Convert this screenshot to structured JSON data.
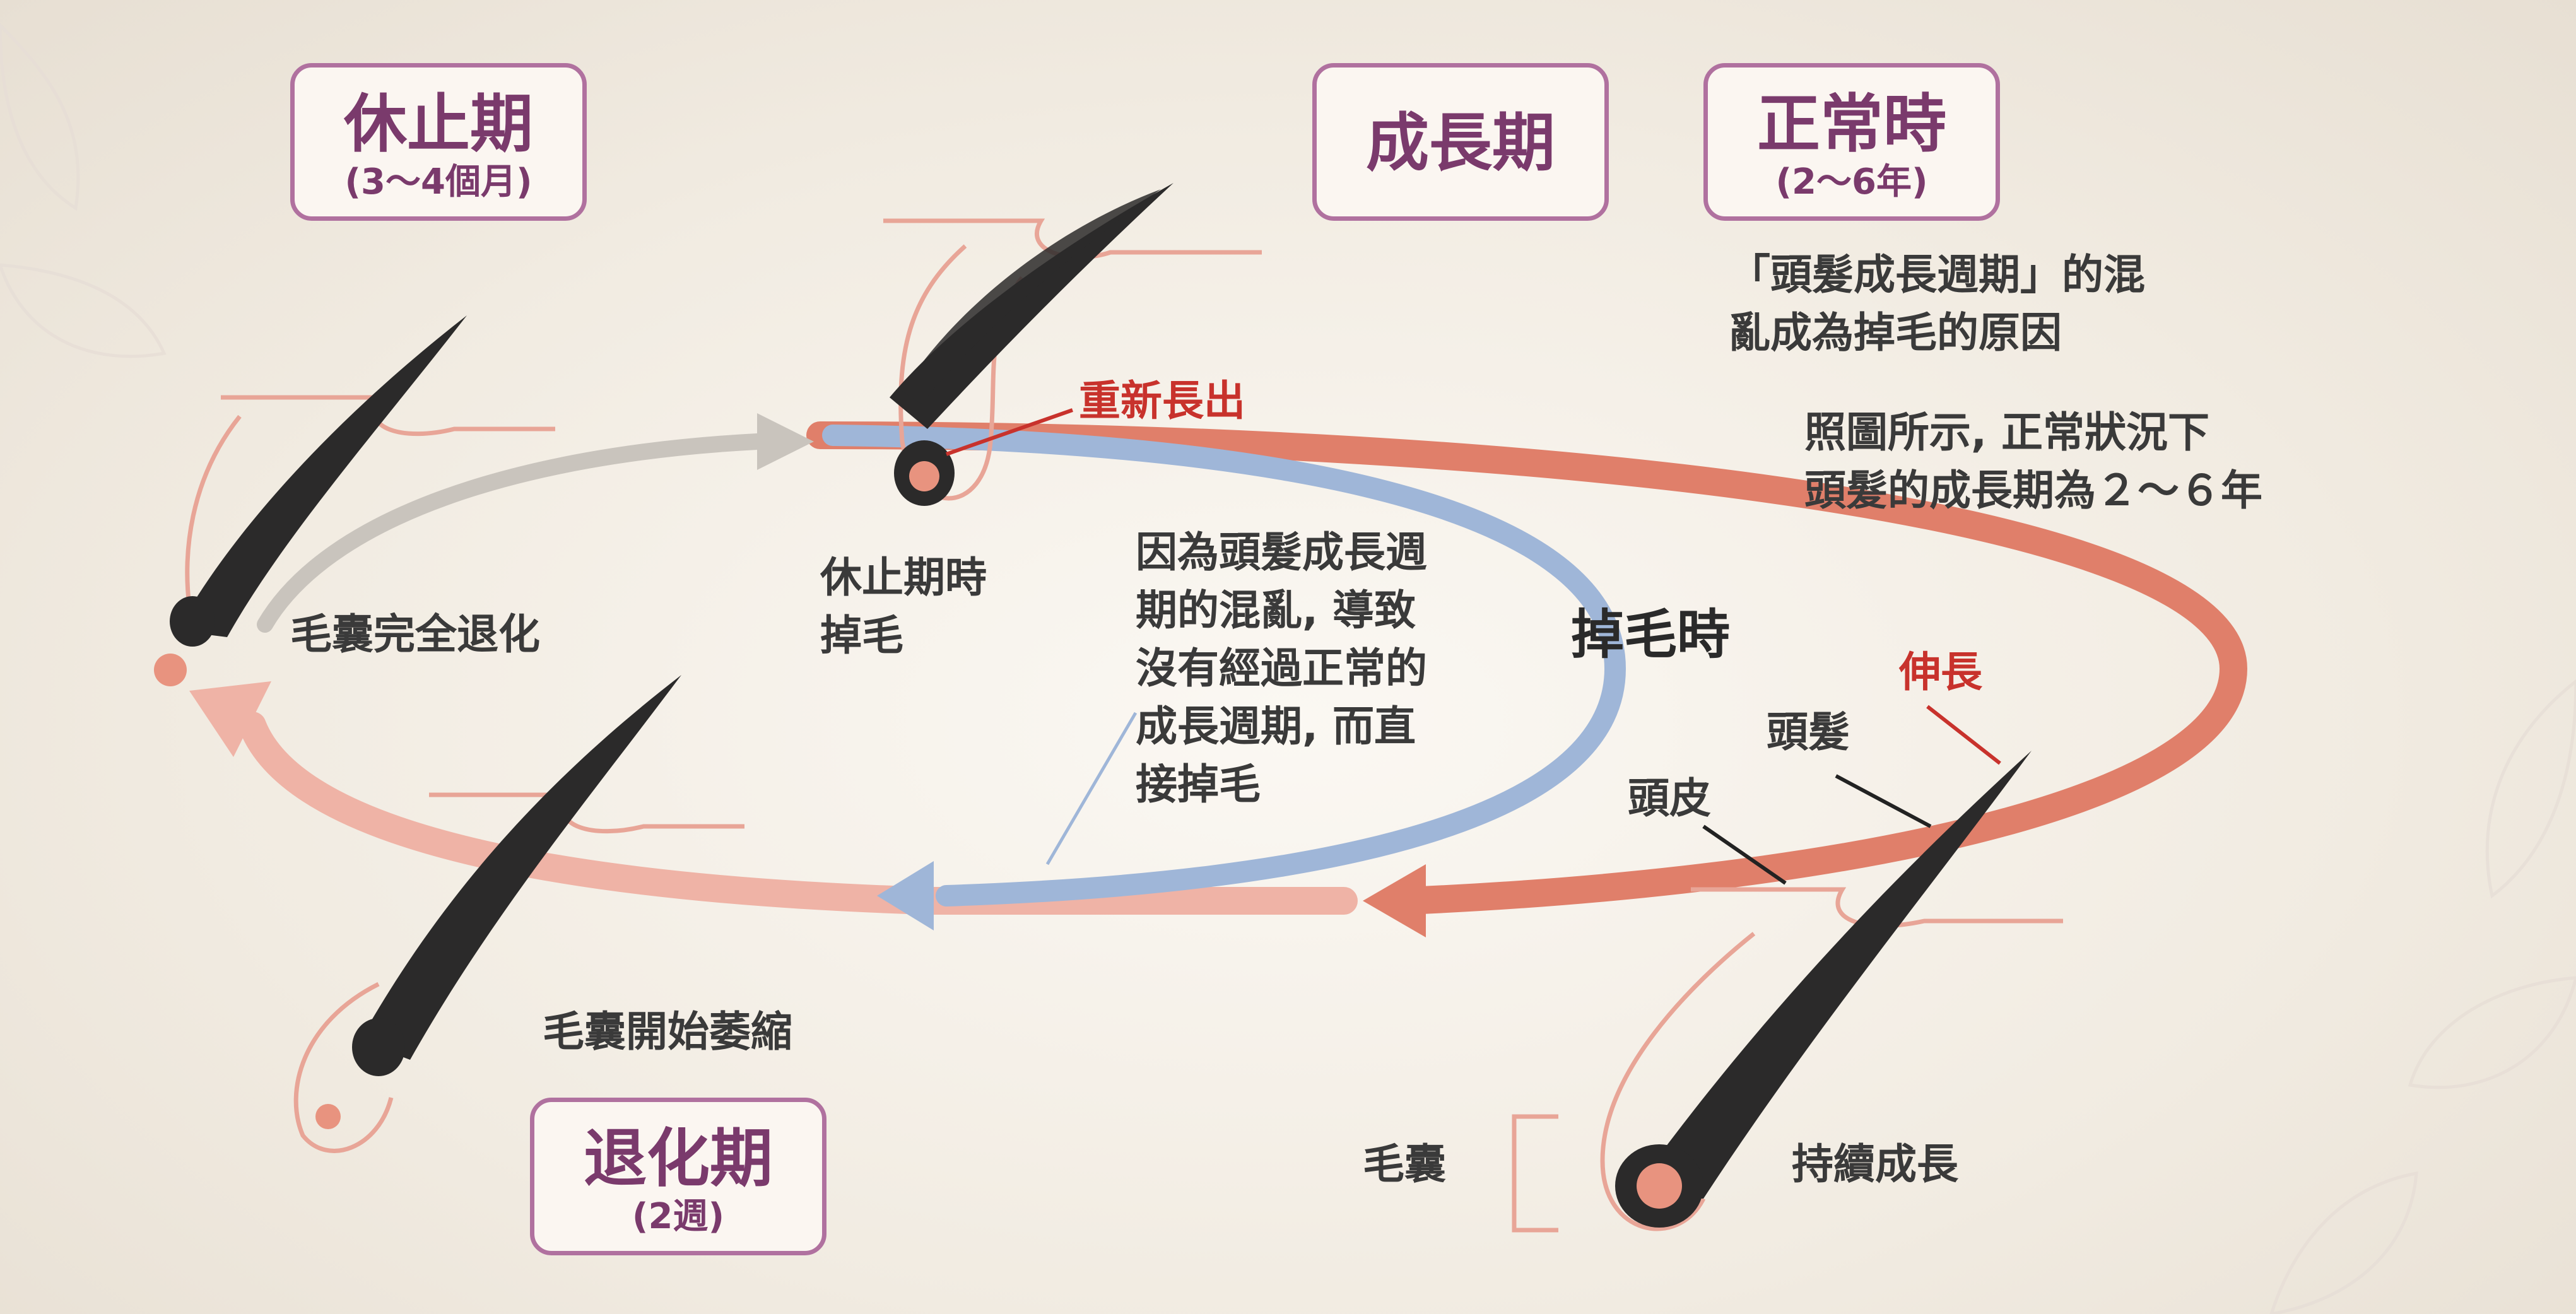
{
  "stages": {
    "telogen": {
      "title": "休止期",
      "sub": "(3～4個月)"
    },
    "anagen": {
      "title": "成長期"
    },
    "normal": {
      "title": "正常時",
      "sub": "(2～6年)"
    },
    "catagen": {
      "title": "退化期",
      "sub": "(2週)"
    }
  },
  "labels": {
    "regrow": "重新長出",
    "telogen_shed": "休止期時\n掉毛",
    "follicle_degenerate": "毛囊完全退化",
    "follicle_shrink": "毛囊開始萎縮",
    "cause_text": "因為頭髮成長週\n期的混亂, 導致\n沒有經過正常的\n成長週期, 而直\n接掉毛",
    "shedding_time": "掉毛時",
    "elongate": "伸長",
    "hair": "頭髮",
    "scalp": "頭皮",
    "follicle": "毛囊",
    "continue_growth": "持續成長"
  },
  "notes": {
    "cycle_confusion": "「頭髮成長週期」的混\n亂成為掉毛的原因",
    "normal_growth": "照圖所示, 正常狀況下\n頭髮的成長期為２～６年"
  },
  "colors": {
    "box_border": "#b0719f",
    "box_text": "#7a3a6c",
    "arrow_red": "#e07f6a",
    "arrow_pink": "#efb3a6",
    "arrow_gray": "#c9c4bd",
    "arrow_blue": "#9fb6d8",
    "hair": "#2b2a2a",
    "accent_red": "#c8322c"
  }
}
